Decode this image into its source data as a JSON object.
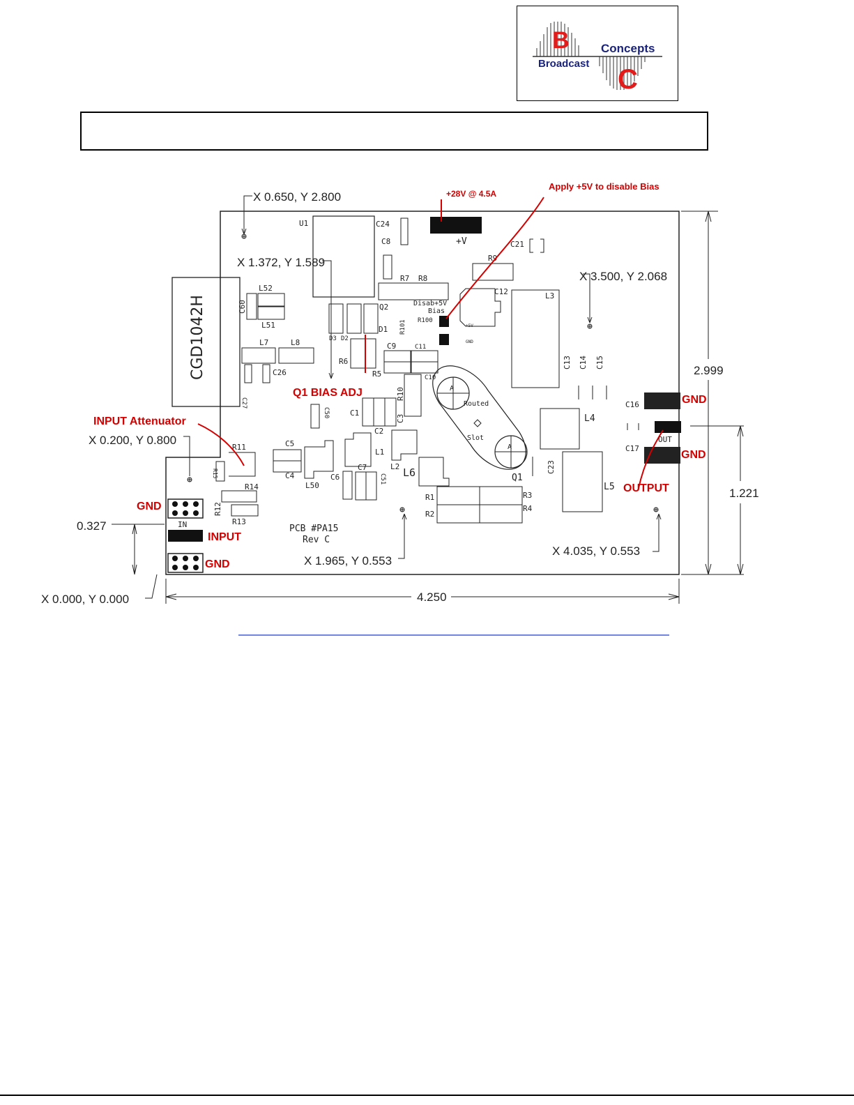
{
  "logo": {
    "letter_b": "B",
    "letter_c": "C",
    "word_concepts": "Concepts",
    "word_broadcast": "Broadcast",
    "colors": {
      "red": "#e21b1b",
      "blue": "#1a237e"
    }
  },
  "title_box": {
    "text": ""
  },
  "callouts": {
    "power": "+28V @ 4.5A",
    "bias_disable": "Apply +5V to disable Bias",
    "bias_adj": "Q1 BIAS ADJ",
    "input_atten": "INPUT Attenuator",
    "gnd_top_left": "GND",
    "input": "INPUT",
    "gnd_bottom_left": "GND",
    "gnd_top_right": "GND",
    "gnd_bottom_right": "GND",
    "output": "OUTPUT"
  },
  "coords": {
    "c1": "X 0.650, Y 2.800",
    "c2": "X 1.372, Y 1.589",
    "c3": "X 3.500, Y 2.068",
    "c4": "X 0.200, Y 0.800",
    "c5": "X 1.965, Y 0.553",
    "c6": "X 4.035, Y 0.553",
    "c7": "X 0.000, Y 0.000"
  },
  "dimensions": {
    "height": "2.999",
    "output_height": "1.221",
    "input_offset": "0.327",
    "width": "4.250"
  },
  "components": {
    "u1": "U1",
    "c24": "C24",
    "c8": "C8",
    "plus_v": "+V",
    "c21": "C21",
    "r9": "R9",
    "r7": "R7",
    "r8": "R8",
    "c12": "C12",
    "l3": "L3",
    "disab": "Disab+5V",
    "bias": "Bias",
    "r100": "R100",
    "r101": "R101",
    "plus5v": "+5V",
    "gnd_pad": "GND",
    "q2": "Q2",
    "d1": "D1",
    "d2": "D2",
    "d3": "D3",
    "l52": "L52",
    "l51": "L51",
    "c60": "C60",
    "cgd": "CGD1042H",
    "l7": "L7",
    "l8": "L8",
    "c26": "C26",
    "c27": "C27",
    "r6": "R6",
    "r5": "R5",
    "c9": "C9",
    "c11": "C11",
    "c13": "C13",
    "c14": "C14",
    "c15": "C15",
    "c10": "C10",
    "r10": "R10",
    "c1": "C1",
    "c3": "C3",
    "c2": "C2",
    "c50": "C50",
    "l4": "L4",
    "c16": "C16",
    "c17": "C17",
    "out": "OUT",
    "routed": "Routed",
    "slot": "Slot",
    "a": "A",
    "q1": "Q1",
    "c23": "C23",
    "l5": "L5",
    "r11": "R11",
    "r15": "R15",
    "c5": "C5",
    "c4": "C4",
    "l50": "L50",
    "l1": "L1",
    "l2": "L2",
    "l6": "L6",
    "c6": "C6",
    "c7": "C7",
    "c51": "C51",
    "r14": "R14",
    "r12": "R12",
    "r13": "R13",
    "in": "IN",
    "r1": "R1",
    "r2": "R2",
    "r3": "R3",
    "r4": "R4",
    "pcb": "PCB  #PA15",
    "rev": "Rev  C"
  }
}
